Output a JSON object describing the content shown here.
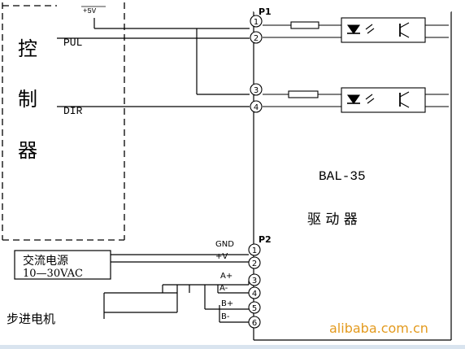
{
  "controller": {
    "title_chars": [
      "控",
      "制",
      "器"
    ],
    "plus5v": "+5V",
    "pul": "PUL",
    "dir": "DIR"
  },
  "driver": {
    "connector_top": "P1",
    "connector_bottom": "P2",
    "model": "BAL-35",
    "name": "驱 动 器",
    "p1_pins": [
      "1",
      "2",
      "3",
      "4"
    ],
    "p2_pins": [
      "1",
      "2",
      "3",
      "4",
      "5",
      "6"
    ]
  },
  "power": {
    "label_line1": "交流电源",
    "label_line2": "10—30VAC",
    "gnd": "GND",
    "plus_v": "+V"
  },
  "motor": {
    "label": "步进电机",
    "a_plus": "A+",
    "a_minus": "A-",
    "b_plus": "B+",
    "b_minus": "B-"
  },
  "watermark": "alibaba.com.cn",
  "colors": {
    "line": "#000000",
    "watermark": "#e39a1e",
    "background": "#ffffff"
  }
}
